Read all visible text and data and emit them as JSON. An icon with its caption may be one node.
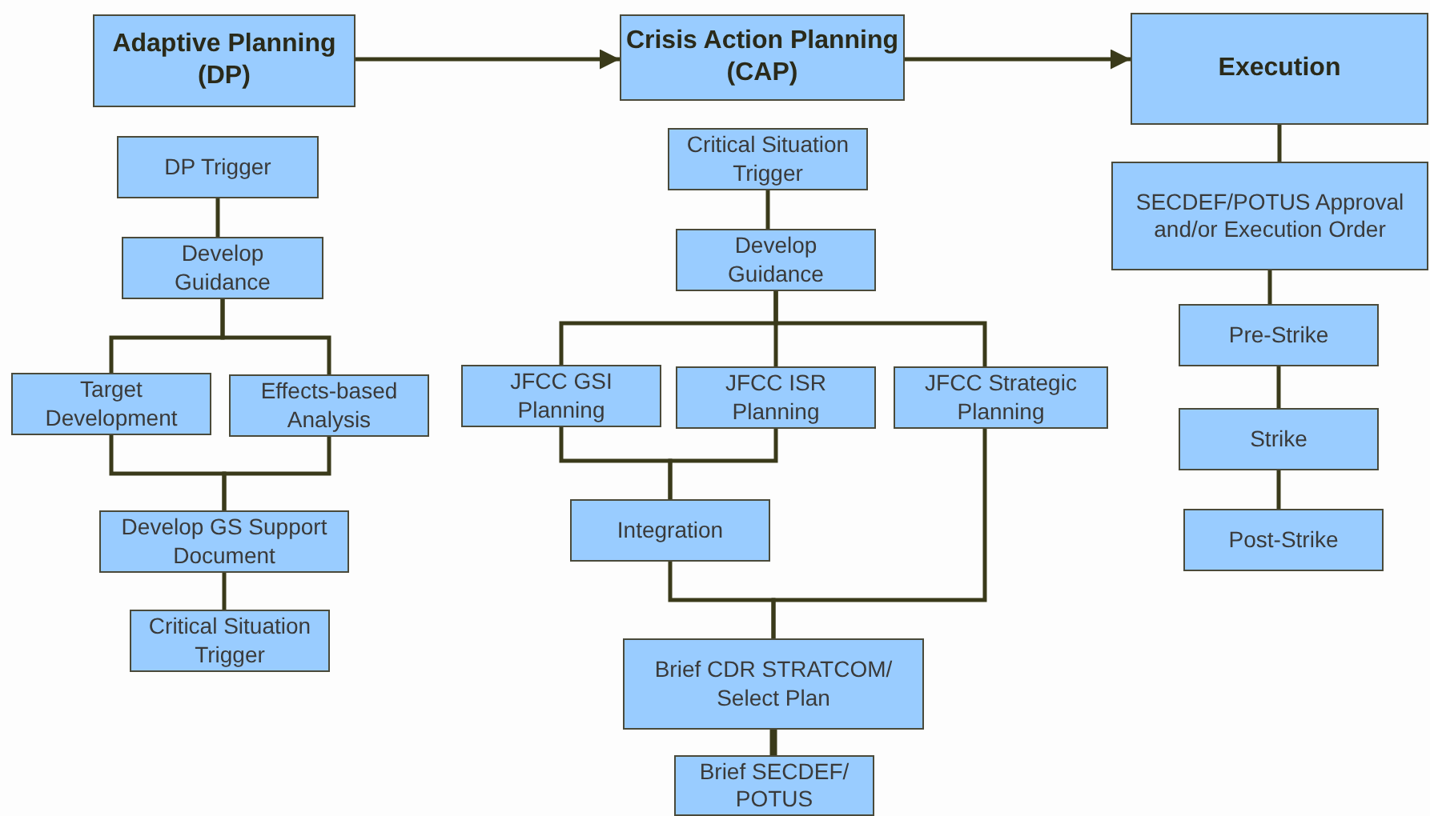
{
  "diagram": {
    "nodes": [
      {
        "text": [
          "Adaptive Planning (DP)"
        ]
      },
      {
        "text": [
          "Crisis Action Planning (CAP)"
        ]
      },
      {
        "text": [
          "Execution"
        ]
      },
      {
        "text": [
          "DP Trigger"
        ]
      },
      {
        "text": [
          "Develop Guidance"
        ]
      },
      {
        "text": [
          "Target Development"
        ]
      },
      {
        "text": [
          "Effects-based Analysis"
        ]
      },
      {
        "text": [
          "Develop GS Support Document"
        ]
      },
      {
        "text": [
          "Critical Situation Trigger"
        ]
      },
      {
        "text": [
          "Critical Situation Trigger"
        ]
      },
      {
        "text": [
          "Develop Guidance"
        ]
      },
      {
        "text": [
          "JFCC GSI Planning"
        ]
      },
      {
        "text": [
          "JFCC ISR Planning"
        ]
      },
      {
        "text": [
          "JFCC Strategic Planning"
        ]
      },
      {
        "text": [
          "Integration"
        ]
      },
      {
        "text": [
          "Brief CDR STRATCOM/ Select Plan"
        ]
      },
      {
        "text": [
          "Brief SECDEF/ POTUS"
        ]
      },
      {
        "text": [
          "SECDEF/POTUS Approval and/or Execution Order"
        ]
      },
      {
        "text": [
          "Pre-Strike"
        ]
      },
      {
        "text": [
          "Strike"
        ]
      },
      {
        "text": [
          "Post-Strike"
        ]
      }
    ],
    "edges": [
      {
        "from": 0,
        "to": 1,
        "arrow": "to"
      },
      {
        "from": 1,
        "to": 2,
        "arrow": "to"
      },
      {
        "from": 3,
        "to": 4,
        "arrow": "none"
      },
      {
        "from": 4,
        "to": 5,
        "arrow": "none"
      },
      {
        "from": 4,
        "to": 6,
        "arrow": "none"
      },
      {
        "from": 5,
        "to": 7,
        "arrow": "none"
      },
      {
        "from": 6,
        "to": 7,
        "arrow": "none"
      },
      {
        "from": 7,
        "to": 8,
        "arrow": "none"
      },
      {
        "from": 9,
        "to": 10,
        "arrow": "none"
      },
      {
        "from": 10,
        "to": 11,
        "arrow": "none"
      },
      {
        "from": 10,
        "to": 12,
        "arrow": "none"
      },
      {
        "from": 10,
        "to": 13,
        "arrow": "none"
      },
      {
        "from": 11,
        "to": 14,
        "arrow": "none"
      },
      {
        "from": 12,
        "to": 14,
        "arrow": "none"
      },
      {
        "from": 14,
        "to": 15,
        "arrow": "none"
      },
      {
        "from": 13,
        "to": 15,
        "arrow": "none"
      },
      {
        "from": 15,
        "to": 16,
        "arrow": "none",
        "style": "thick"
      },
      {
        "from": 2,
        "to": 17,
        "arrow": "none"
      },
      {
        "from": 17,
        "to": 18,
        "arrow": "none"
      },
      {
        "from": 18,
        "to": 19,
        "arrow": "none"
      },
      {
        "from": 19,
        "to": 20,
        "arrow": "none"
      }
    ]
  }
}
